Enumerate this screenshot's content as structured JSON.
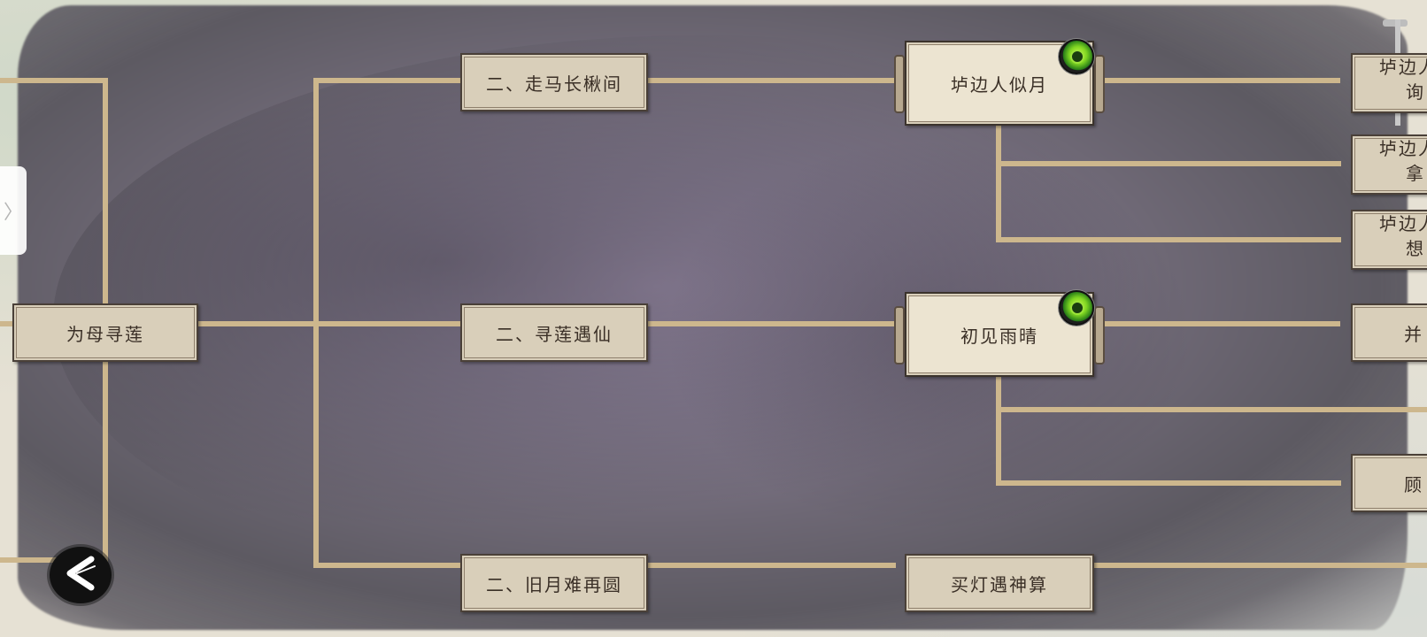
{
  "colors": {
    "connector": "#cdb78d",
    "node_fill": "#d9cfba",
    "node_border": "#4a4038",
    "text": "#3a2f26"
  },
  "nodes": {
    "root": "为母寻莲",
    "branch_1": "二、走马长楸间",
    "branch_2": "二、寻莲遇仙",
    "branch_3": "二、旧月难再圆",
    "sub_1": "垆边人似月",
    "sub_2": "初见雨晴",
    "sub_3": "买灯遇神算",
    "right_1_line1": "垆边人",
    "right_1_line2": "询",
    "right_2_line1": "垆边人",
    "right_2_line2": "拿",
    "right_3_line1": "垆边人",
    "right_3_line2": "想",
    "right_4": "并",
    "right_5": "顾"
  },
  "icons": {
    "side_tab": "chevron-right-icon",
    "back": "back-arrow-icon",
    "badge": "jade-disc-badge-icon"
  },
  "side_tab_glyph": "〉"
}
